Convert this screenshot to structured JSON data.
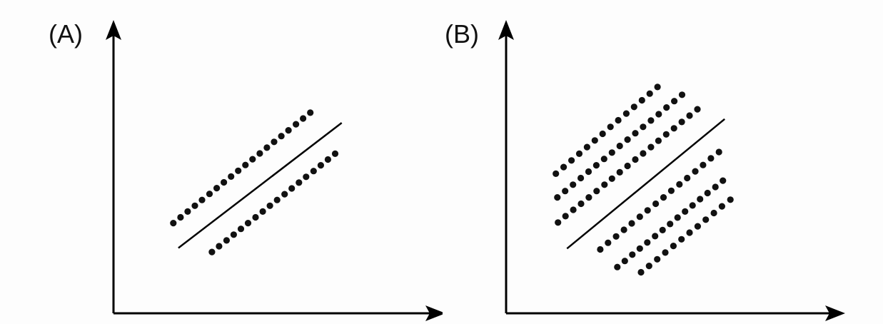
{
  "chart_data": [
    {
      "type": "scatter",
      "label": "(A)",
      "xlim": [
        0,
        10
      ],
      "ylim": [
        0,
        10
      ],
      "grid": false,
      "series": [
        {
          "points": [
            [
              2.0,
              3.12
            ],
            [
              2.24,
              3.32
            ],
            [
              2.48,
              3.52
            ],
            [
              2.72,
              3.72
            ],
            [
              2.96,
              3.92
            ],
            [
              3.21,
              4.13
            ],
            [
              3.45,
              4.33
            ],
            [
              3.69,
              4.53
            ],
            [
              3.93,
              4.73
            ],
            [
              4.17,
              4.93
            ],
            [
              4.41,
              5.13
            ],
            [
              4.65,
              5.33
            ],
            [
              4.89,
              5.53
            ],
            [
              5.13,
              5.73
            ],
            [
              5.37,
              5.93
            ],
            [
              5.61,
              6.13
            ],
            [
              5.85,
              6.33
            ],
            [
              6.1,
              6.54
            ],
            [
              6.34,
              6.74
            ],
            [
              6.58,
              6.94
            ]
          ]
        },
        {
          "points": [
            [
              3.29,
              2.12
            ],
            [
              3.53,
              2.32
            ],
            [
              3.78,
              2.52
            ],
            [
              4.02,
              2.72
            ],
            [
              4.26,
              2.92
            ],
            [
              4.5,
              3.12
            ],
            [
              4.75,
              3.32
            ],
            [
              4.99,
              3.52
            ],
            [
              5.23,
              3.72
            ],
            [
              5.47,
              3.92
            ],
            [
              5.72,
              4.12
            ],
            [
              5.96,
              4.32
            ],
            [
              6.2,
              4.52
            ],
            [
              6.44,
              4.72
            ],
            [
              6.69,
              4.92
            ],
            [
              6.93,
              5.12
            ],
            [
              7.17,
              5.32
            ],
            [
              7.41,
              5.52
            ]
          ]
        }
      ],
      "lines": [
        {
          "x": [
            2.17,
            7.63
          ],
          "y": [
            2.26,
            6.59
          ]
        }
      ]
    },
    {
      "type": "scatter",
      "label": "(B)",
      "xlim": [
        0,
        10
      ],
      "ylim": [
        0,
        10
      ],
      "grid": false,
      "series": [
        {
          "points": [
            [
              1.66,
              4.83
            ],
            [
              1.92,
              5.06
            ],
            [
              2.18,
              5.29
            ],
            [
              2.44,
              5.52
            ],
            [
              2.7,
              5.75
            ],
            [
              2.96,
              5.98
            ],
            [
              3.22,
              6.21
            ],
            [
              3.48,
              6.45
            ],
            [
              3.74,
              6.68
            ],
            [
              4.01,
              6.91
            ],
            [
              4.27,
              7.14
            ],
            [
              4.53,
              7.37
            ],
            [
              4.79,
              7.6
            ],
            [
              5.05,
              7.83
            ]
          ]
        },
        {
          "points": [
            [
              1.71,
              4.01
            ],
            [
              1.97,
              4.23
            ],
            [
              2.23,
              4.45
            ],
            [
              2.49,
              4.68
            ],
            [
              2.75,
              4.9
            ],
            [
              3.01,
              5.12
            ],
            [
              3.27,
              5.34
            ],
            [
              3.53,
              5.56
            ],
            [
              3.79,
              5.79
            ],
            [
              4.05,
              6.01
            ],
            [
              4.31,
              6.23
            ],
            [
              4.57,
              6.45
            ],
            [
              4.83,
              6.67
            ],
            [
              5.09,
              6.89
            ],
            [
              5.35,
              7.12
            ],
            [
              5.61,
              7.34
            ],
            [
              5.87,
              7.56
            ]
          ]
        },
        {
          "points": [
            [
              1.73,
              3.14
            ],
            [
              1.98,
              3.36
            ],
            [
              2.24,
              3.58
            ],
            [
              2.5,
              3.79
            ],
            [
              2.76,
              4.01
            ],
            [
              3.02,
              4.23
            ],
            [
              3.28,
              4.45
            ],
            [
              3.53,
              4.66
            ],
            [
              3.79,
              4.88
            ],
            [
              4.05,
              5.1
            ],
            [
              4.31,
              5.32
            ],
            [
              4.57,
              5.53
            ],
            [
              4.83,
              5.75
            ],
            [
              5.08,
              5.97
            ],
            [
              5.34,
              6.19
            ],
            [
              5.6,
              6.4
            ],
            [
              5.86,
              6.62
            ],
            [
              6.12,
              6.84
            ],
            [
              6.38,
              7.06
            ]
          ]
        },
        {
          "points": [
            [
              3.14,
              2.21
            ],
            [
              3.4,
              2.44
            ],
            [
              3.67,
              2.66
            ],
            [
              3.93,
              2.89
            ],
            [
              4.19,
              3.11
            ],
            [
              4.46,
              3.34
            ],
            [
              4.72,
              3.56
            ],
            [
              4.99,
              3.79
            ],
            [
              5.25,
              4.01
            ],
            [
              5.51,
              4.24
            ],
            [
              5.78,
              4.46
            ],
            [
              6.04,
              4.68
            ],
            [
              6.31,
              4.91
            ],
            [
              6.57,
              5.13
            ],
            [
              6.83,
              5.36
            ],
            [
              7.1,
              5.58
            ]
          ]
        },
        {
          "points": [
            [
              3.71,
              1.6
            ],
            [
              3.96,
              1.81
            ],
            [
              4.21,
              2.03
            ],
            [
              4.46,
              2.24
            ],
            [
              4.71,
              2.45
            ],
            [
              4.97,
              2.67
            ],
            [
              5.22,
              2.88
            ],
            [
              5.47,
              3.09
            ],
            [
              5.72,
              3.31
            ],
            [
              5.97,
              3.52
            ],
            [
              6.22,
              3.73
            ],
            [
              6.47,
              3.95
            ],
            [
              6.72,
              4.16
            ],
            [
              6.98,
              4.37
            ],
            [
              7.23,
              4.59
            ]
          ]
        },
        {
          "points": [
            [
              4.5,
              1.42
            ],
            [
              4.77,
              1.64
            ],
            [
              5.04,
              1.87
            ],
            [
              5.31,
              2.1
            ],
            [
              5.58,
              2.33
            ],
            [
              5.85,
              2.56
            ],
            [
              6.12,
              2.79
            ],
            [
              6.39,
              3.01
            ],
            [
              6.66,
              3.24
            ],
            [
              6.93,
              3.47
            ],
            [
              7.2,
              3.7
            ],
            [
              7.48,
              3.93
            ]
          ]
        }
      ],
      "lines": [
        {
          "x": [
            2.03,
            7.29
          ],
          "y": [
            2.24,
            6.72
          ]
        }
      ]
    }
  ]
}
